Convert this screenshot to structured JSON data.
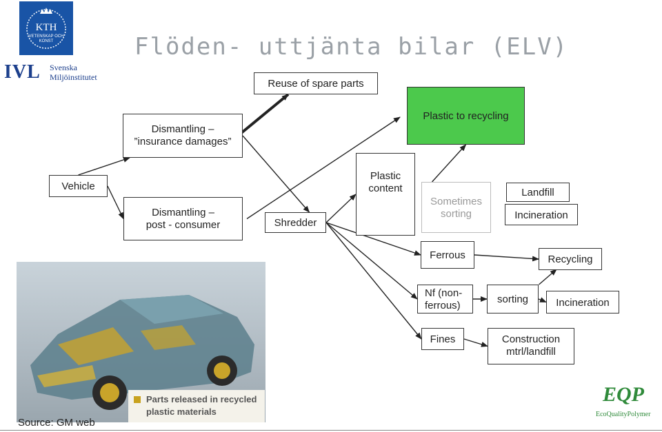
{
  "slide": {
    "title": "Flöden- uttjänta bilar (ELV)",
    "source": "Source: GM web"
  },
  "logos": {
    "kth_text": "KTH",
    "kth_sub": "VETENSKAP OCH KONST",
    "ivl_text": "IVL",
    "ivl_name_1": "Svenska",
    "ivl_name_2": "Miljöinstitutet",
    "eqp_text": "EQP",
    "eqp_name": "EcoQualityPolymer",
    "eqp_color": "#2f8a3a"
  },
  "photo": {
    "legend_text": "Parts released in recycled plastic materials",
    "legend_color": "#c8a21e"
  },
  "nodes": [
    {
      "id": "vehicle",
      "label": "Vehicle"
    },
    {
      "id": "dis_ins",
      "label": "Dismantling –\n”insurance damages”"
    },
    {
      "id": "dis_post",
      "label": "Dismantling –\npost - consumer"
    },
    {
      "id": "reuse",
      "label": "Reuse of spare parts"
    },
    {
      "id": "plastic_rec",
      "label": "Plastic to recycling",
      "fill": "#4cc94c"
    },
    {
      "id": "shredder",
      "label": "Shredder"
    },
    {
      "id": "plastic_content",
      "label": "Plastic\ncontent"
    },
    {
      "id": "sometimes",
      "label": "Sometimes\nsorting",
      "muted": true
    },
    {
      "id": "landfill",
      "label": "Landfill"
    },
    {
      "id": "incin1",
      "label": "Incineration"
    },
    {
      "id": "ferrous",
      "label": "Ferrous"
    },
    {
      "id": "recycling",
      "label": "Recycling"
    },
    {
      "id": "nf",
      "label": "Nf (non-\nferrous)"
    },
    {
      "id": "sorting",
      "label": "sorting"
    },
    {
      "id": "incin2",
      "label": "Incineration"
    },
    {
      "id": "fines",
      "label": "Fines"
    },
    {
      "id": "construction",
      "label": "Construction\nmtrl/landfill"
    }
  ],
  "edges": [
    {
      "from": "vehicle",
      "to": "dis_ins"
    },
    {
      "from": "vehicle",
      "to": "dis_post"
    },
    {
      "from": "dis_ins",
      "to": "reuse",
      "thick": true
    },
    {
      "from": "dis_ins",
      "to": "shredder"
    },
    {
      "from": "dis_post",
      "to": "plastic_rec"
    },
    {
      "from": "shredder",
      "to": "plastic_content"
    },
    {
      "from": "shredder",
      "to": "ferrous"
    },
    {
      "from": "shredder",
      "to": "nf"
    },
    {
      "from": "shredder",
      "to": "fines"
    },
    {
      "from": "sometimes",
      "to": "plastic_rec"
    },
    {
      "from": "ferrous",
      "to": "recycling"
    },
    {
      "from": "nf",
      "to": "sorting"
    },
    {
      "from": "sorting",
      "to": "incin2"
    },
    {
      "from": "sorting",
      "to": "recycling"
    },
    {
      "from": "fines",
      "to": "construction"
    }
  ]
}
